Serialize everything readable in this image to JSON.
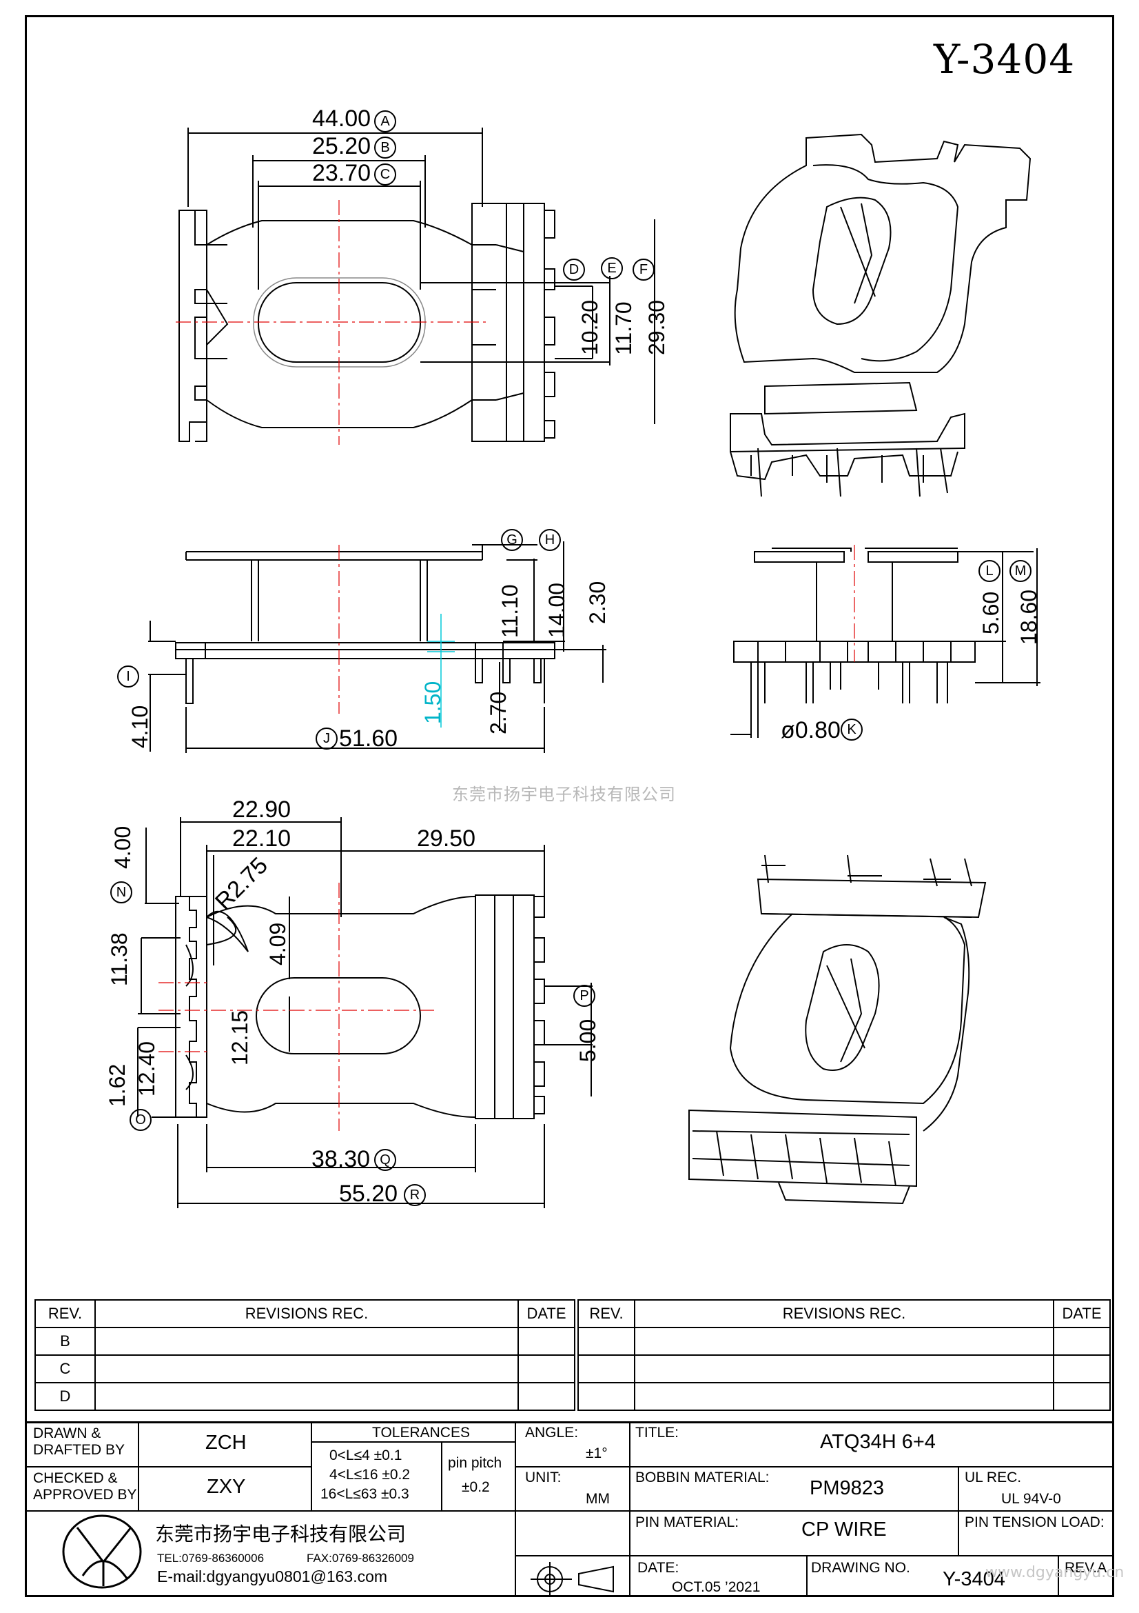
{
  "drawing_number": "Y-3404",
  "watermark": "东莞市扬宇电子科技有限公司",
  "watermark_site": "www.dgyangyu.cn",
  "dims": {
    "a": "44.00",
    "b": "25.20",
    "c": "23.70",
    "d_e_f_1": "10.20",
    "d_e_f_2": "11.70",
    "d_e_f_3": "29.30",
    "g_h_1": "11.10",
    "g_h_2": "14.00",
    "g_h_3": "2.30",
    "i": "4.10",
    "j": "51.60",
    "k_pin": "ø0.80",
    "l": "5.60",
    "m": "18.60",
    "cyan": "1.50",
    "pin_len": "2.70",
    "n": "4.00",
    "o_1": "11.38",
    "o_2": "1.62",
    "o_3": "12.40",
    "top_1": "22.90",
    "top_2": "22.10",
    "top_3": "29.50",
    "radius": "R2.75",
    "w1": "4.09",
    "w2": "12.15",
    "p": "5.00",
    "q": "38.30",
    "r": "55.20"
  },
  "labels": {
    "A": "A",
    "B": "B",
    "C": "C",
    "D": "D",
    "E": "E",
    "F": "F",
    "G": "G",
    "H": "H",
    "I": "I",
    "J": "J",
    "K": "K",
    "L": "L",
    "M": "M",
    "N": "N",
    "O": "O",
    "P": "P",
    "Q": "Q",
    "R": "R"
  },
  "revisions": {
    "header_rev": "REV.",
    "header_rec": "REVISIONS    REC.",
    "header_date": "DATE",
    "rows": [
      "B",
      "C",
      "D"
    ]
  },
  "titleblock": {
    "drawn": "DRAWN &\nDRAFTED BY",
    "drawn_val": "ZCH",
    "checked": "CHECKED &\nAPPROVED BY",
    "checked_val": "ZXY",
    "tolerances": "TOLERANCES",
    "tol1": "0<L≤4    ±0.1",
    "tol2": "4<L≤16  ±0.2",
    "tol3": "16<L≤63  ±0.3",
    "pin_pitch": "pin  pitch",
    "pin_pitch_val": "±0.2",
    "angle": "ANGLE:",
    "angle_val": "±1°",
    "unit": "UNIT:",
    "unit_val": "MM",
    "title": "TITLE:",
    "title_val": "ATQ34H  6+4",
    "bobbin": "BOBBIN  MATERIAL:",
    "bobbin_val": "PM9823",
    "ul": "UL  REC.",
    "ul_val": "UL  94V-0",
    "pin_mat": "PIN  MATERIAL:",
    "pin_mat_val": "CP  WIRE",
    "pin_tension": "PIN  TENSION  LOAD:",
    "date": "DATE:",
    "date_val": "OCT.05  ’2021",
    "dwg": "DRAWING  NO.",
    "dwg_val": "Y-3404",
    "rev": "REV.A",
    "company": "东莞市扬宇电子科技有限公司",
    "tel": "TEL:0769-86360006",
    "fax": "FAX:0769-86326009",
    "email": "E-mail:dgyangyu0801@163.com"
  }
}
